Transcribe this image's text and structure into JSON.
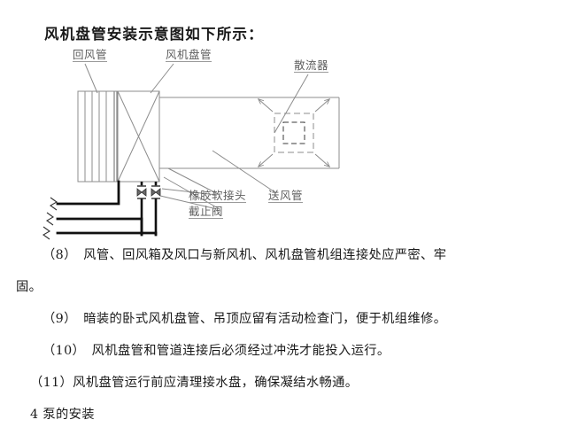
{
  "document": {
    "heading": "风机盘管安装示意图如下所示："
  },
  "diagram": {
    "name": "fan-coil-unit-installation-schematic",
    "labels": {
      "return_air_duct": "回风管",
      "fan_coil_unit": "风机盘管",
      "diffuser": "散流器",
      "rubber_flexible_joint": "橡胶软接头",
      "stop_valve": "截止阀",
      "supply_air_duct": "送风管"
    },
    "colors": {
      "line": "#8c8c8c",
      "pipe": "#111111",
      "label_text": "#5e5e5e",
      "body_text": "#1a1a1a",
      "background": "#ffffff"
    },
    "parts": {
      "coil_section_fins": 5,
      "fan_symbol": "x-cross",
      "diffuser_arrows": 4,
      "valve_assemblies": 2,
      "water_pipes": 3,
      "pipe_break_symbols": 3
    }
  },
  "paragraphs": [
    {
      "number": "（8）",
      "text": "（8）　风管、回风箱及风口与新风机、风机盘管机组连接处应严密、牢"
    },
    {
      "number": "",
      "text": "固。"
    },
    {
      "number": "（9）",
      "text": "（9）　暗装的卧式风机盘管、吊顶应留有活动检查门，便于机组维修。"
    },
    {
      "number": "（10）",
      "text": "（10）　风机盘管和管道连接后必须经过冲洗才能投入运行。"
    },
    {
      "number": "（11）",
      "text": "（11）风机盘管运行前应清理接水盘，确保凝结水畅通。"
    },
    {
      "number": "4",
      "text": "4 泵的安装"
    }
  ]
}
